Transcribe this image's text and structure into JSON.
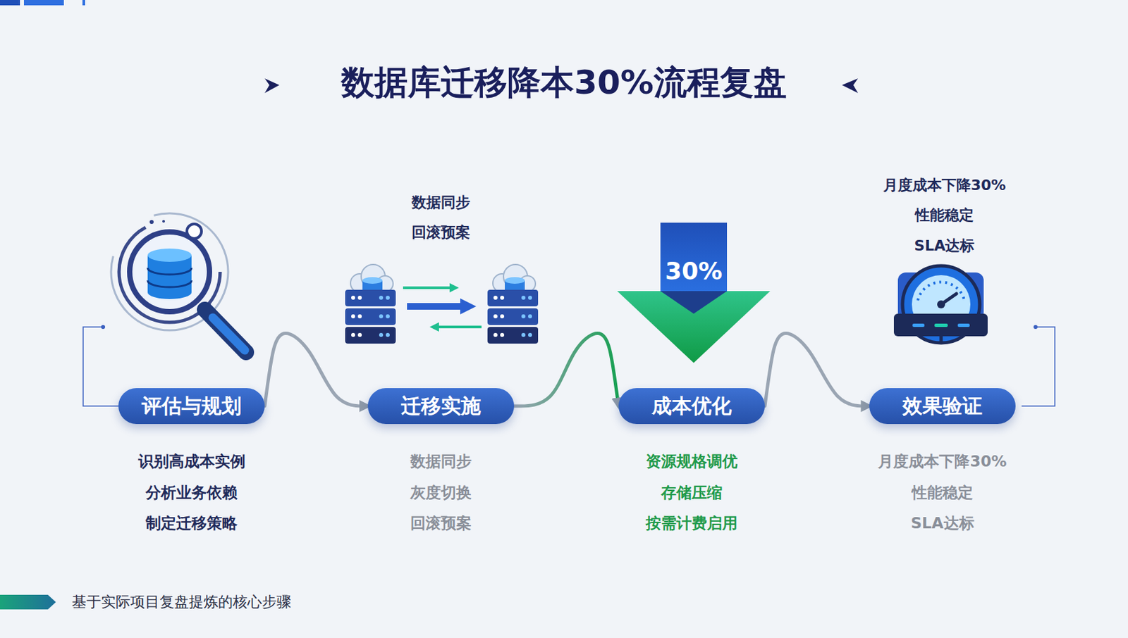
{
  "diagram": {
    "title": "数据库迁移降本30%流程复盘",
    "caption": "基于实际项目复盘提炼的核心步骤",
    "nodes": [
      {
        "text": [
          "评估与规划",
          "识别高成本实例",
          "分析业务依赖",
          "制定迁移策略"
        ]
      },
      {
        "text": [
          "迁移实施",
          "数据同步",
          "灰度切换",
          "回滚预案"
        ]
      },
      {
        "text": [
          "成本优化",
          "资源规格调优",
          "存储压缩",
          "按需计费启用"
        ]
      },
      {
        "text": [
          "效果验证",
          "月度成本下降30%",
          "性能稳定",
          "SLA达标"
        ]
      }
    ],
    "edges": [
      {
        "from": 0,
        "to": 1,
        "arrow": "to"
      },
      {
        "from": 1,
        "to": 2,
        "arrow": "to"
      },
      {
        "from": 2,
        "to": 3,
        "arrow": "to"
      }
    ],
    "labels": [
      "数据同步",
      "回滚预案",
      "30%",
      "月度成本下降30%",
      "性能稳定",
      "SLA达标"
    ]
  }
}
